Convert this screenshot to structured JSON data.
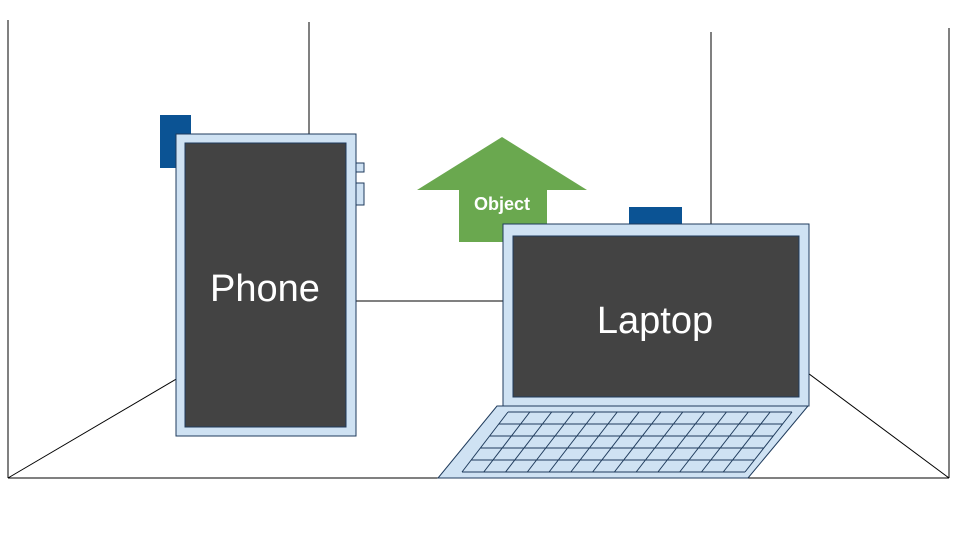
{
  "labels": {
    "phone": "Phone",
    "laptop": "Laptop",
    "object": "Object"
  },
  "colors": {
    "device_frame": "#cfe2f3",
    "device_border": "#1f3b5c",
    "screen": "#434343",
    "camera": "#0b5394",
    "arrow": "#6aa84f",
    "room_lines": "#000000",
    "label_text": "#ffffff"
  }
}
